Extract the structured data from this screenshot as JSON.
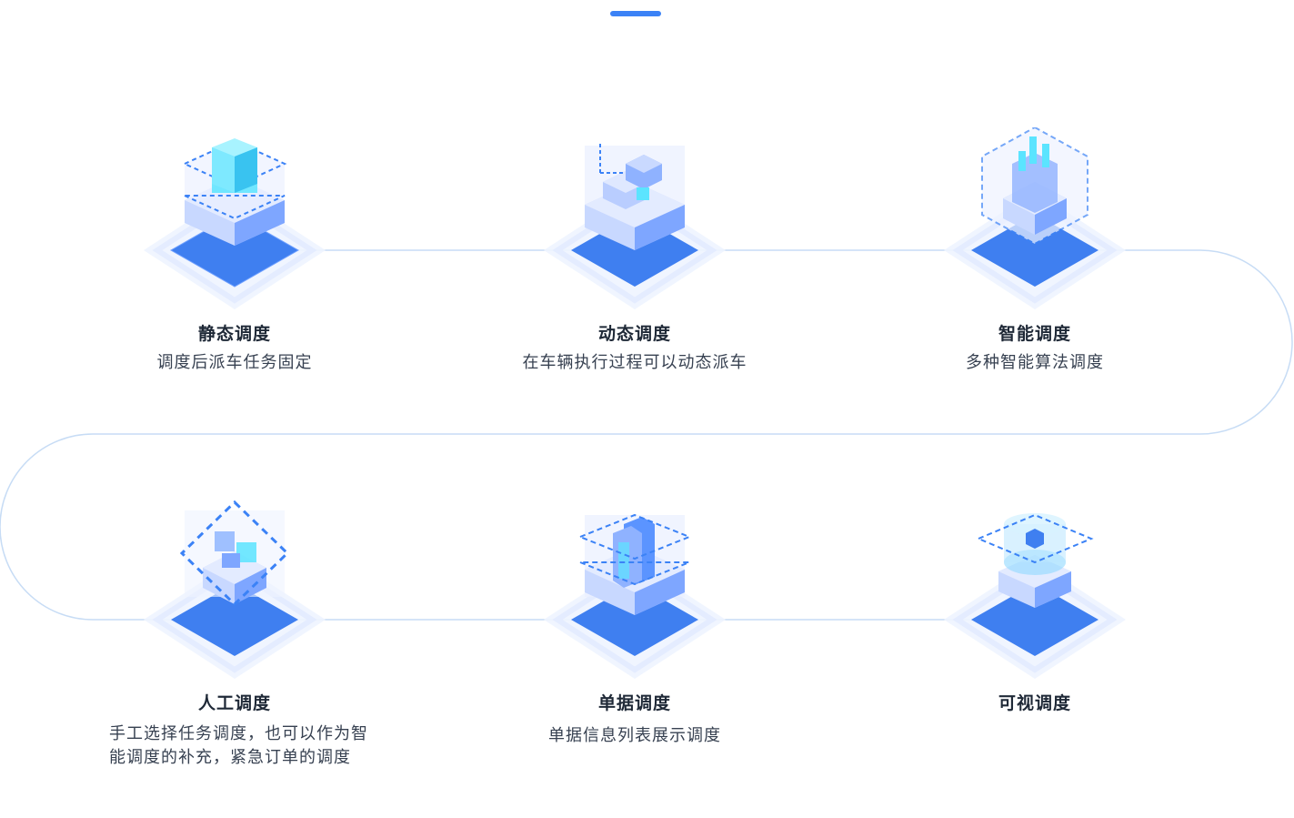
{
  "features": [
    {
      "title": "静态调度",
      "desc": "调度后派车任务固定",
      "icon": "static-cube-icon"
    },
    {
      "title": "动态调度",
      "desc": "在车辆执行过程可以动态派车",
      "icon": "dynamic-blocks-icon"
    },
    {
      "title": "智能调度",
      "desc": "多种智能算法调度",
      "icon": "smart-hexagon-icon"
    },
    {
      "title": "人工调度",
      "desc": "手工选择任务调度，也可以作为智能调度的补充，紧急订单的调度",
      "icon": "manual-diamond-icon"
    },
    {
      "title": "单据调度",
      "desc": "单据信息列表展示调度",
      "icon": "document-icon"
    },
    {
      "title": "可视调度",
      "desc": "",
      "icon": "visual-cylinder-icon"
    }
  ],
  "colors": {
    "accent": "#3b82f6",
    "line": "#c7dcf5",
    "base_dark": "#3f7ff0",
    "base_light": "#dbe7ff",
    "cyan": "#5be4ff"
  }
}
